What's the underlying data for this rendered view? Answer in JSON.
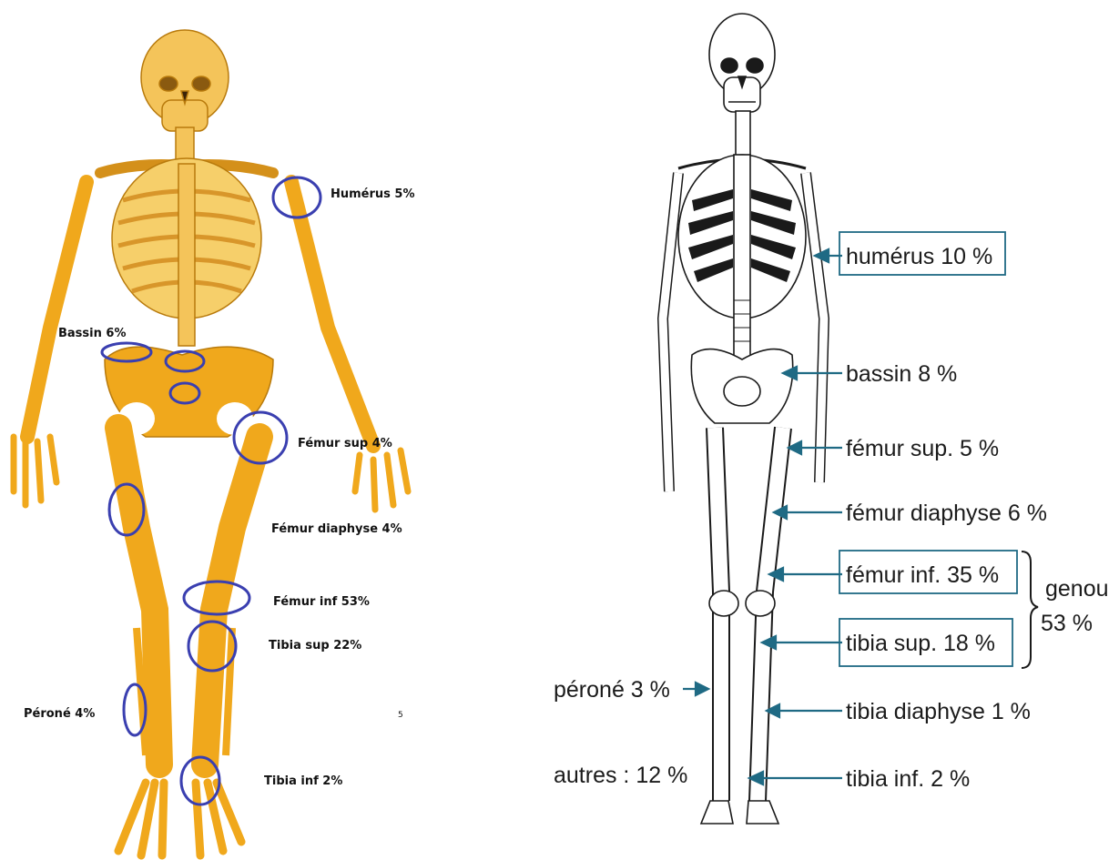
{
  "left_panel": {
    "labels": {
      "humerus": "Humérus 5%",
      "bassin": "Bassin 6%",
      "femur_sup": "Fémur sup 4%",
      "femur_diaphyse": "Fémur diaphyse 4%",
      "femur_inf": "Fémur inf 53%",
      "tibia_sup": "Tibia sup 22%",
      "perone": "Péroné 4%",
      "tibia_inf": "Tibia inf 2%",
      "stray_mark": "5"
    },
    "bone_color": "#f0a81c",
    "circle_color": "#3a3fb0"
  },
  "right_panel": {
    "labels": {
      "humerus": "humérus 10 %",
      "bassin": "bassin 8 %",
      "femur_sup": "fémur sup. 5 %",
      "femur_diaphyse": "fémur diaphyse 6 %",
      "femur_inf": "fémur inf. 35 %",
      "tibia_sup": "tibia sup. 18 %",
      "perone": "péroné 3 %",
      "tibia_diaphyse": "tibia diaphyse 1 %",
      "tibia_inf": "tibia inf. 2 %",
      "autres": "autres : 12 %",
      "genou": "genou",
      "genou_value": "53 %"
    },
    "arrow_color": "#1f6a84"
  }
}
